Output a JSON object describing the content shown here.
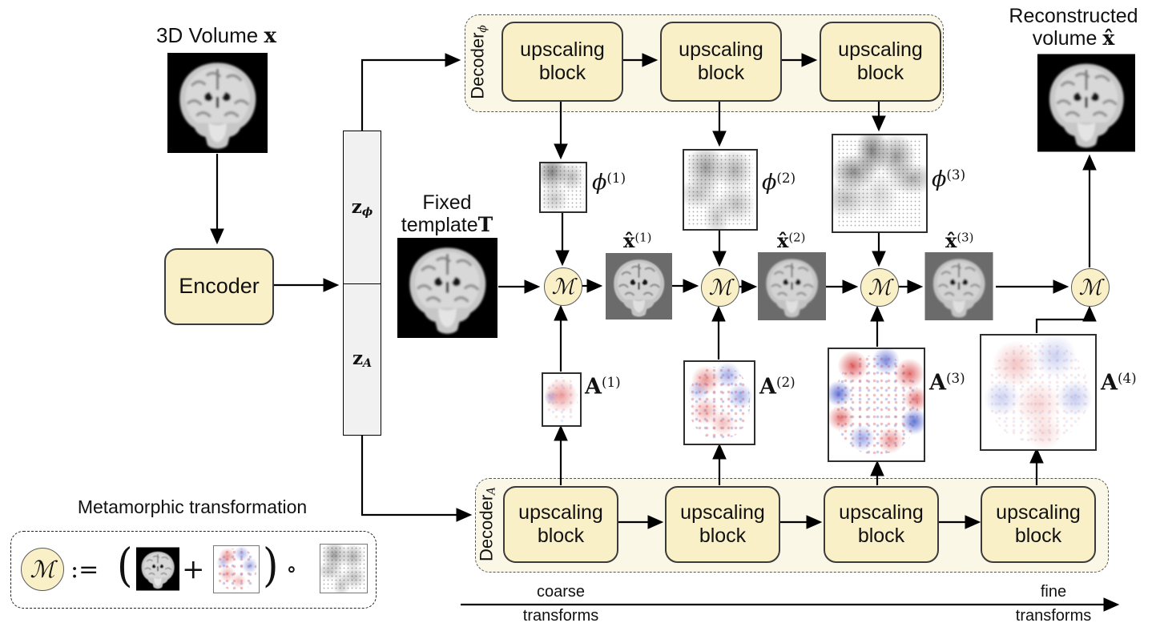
{
  "metamorphic_symbol": "ℳ",
  "input": {
    "text": "3D Volume",
    "symbol": "x"
  },
  "encoder_label": "Encoder",
  "latent": {
    "top": {
      "symbol": "z",
      "sub": "ϕ"
    },
    "bottom": {
      "symbol": "z",
      "sub": "A"
    }
  },
  "fixed_template": {
    "line1": "Fixed",
    "line2": "template",
    "symbol": "T"
  },
  "decoder_phi": {
    "label": "Decoder",
    "label_sub": "ϕ",
    "blocks": [
      "upscaling block",
      "upscaling block",
      "upscaling block"
    ]
  },
  "decoder_a": {
    "label": "Decoder",
    "label_sub": "A",
    "blocks": [
      "upscaling block",
      "upscaling block",
      "upscaling block",
      "upscaling block"
    ]
  },
  "phi_maps": [
    {
      "symbol": "ϕ",
      "sup": "(1)"
    },
    {
      "symbol": "ϕ",
      "sup": "(2)"
    },
    {
      "symbol": "ϕ",
      "sup": "(3)"
    }
  ],
  "a_maps": [
    {
      "symbol": "A",
      "sup": "(1)"
    },
    {
      "symbol": "A",
      "sup": "(2)"
    },
    {
      "symbol": "A",
      "sup": "(3)"
    },
    {
      "symbol": "A",
      "sup": "(4)"
    }
  ],
  "xhat_maps": [
    {
      "symbol": "x̂",
      "sup": "(1)"
    },
    {
      "symbol": "x̂",
      "sup": "(2)"
    },
    {
      "symbol": "x̂",
      "sup": "(3)"
    }
  ],
  "reconstructed": {
    "line1": "Reconstructed",
    "line2": "volume",
    "symbol": "x̂"
  },
  "legend": {
    "title": "Metamorphic transformation",
    "operator": "ℳ",
    "assign": ":=",
    "lparen": "(",
    "plus": "+",
    "rparen": ")",
    "compose": "∘"
  },
  "axis": {
    "start_line1": "coarse",
    "start_line2": "transforms",
    "end_line1": "fine",
    "end_line2": "transforms"
  },
  "colors": {
    "block_fill": "#FAF0C8",
    "strip_fill": "#FBF7E7",
    "operator_circle_fill": "#FAF0C8",
    "latent_fill": "#F1F1F1",
    "arrow": "#000000",
    "appearance_red": "#D65A5A",
    "appearance_blue": "#5C6ED4"
  }
}
